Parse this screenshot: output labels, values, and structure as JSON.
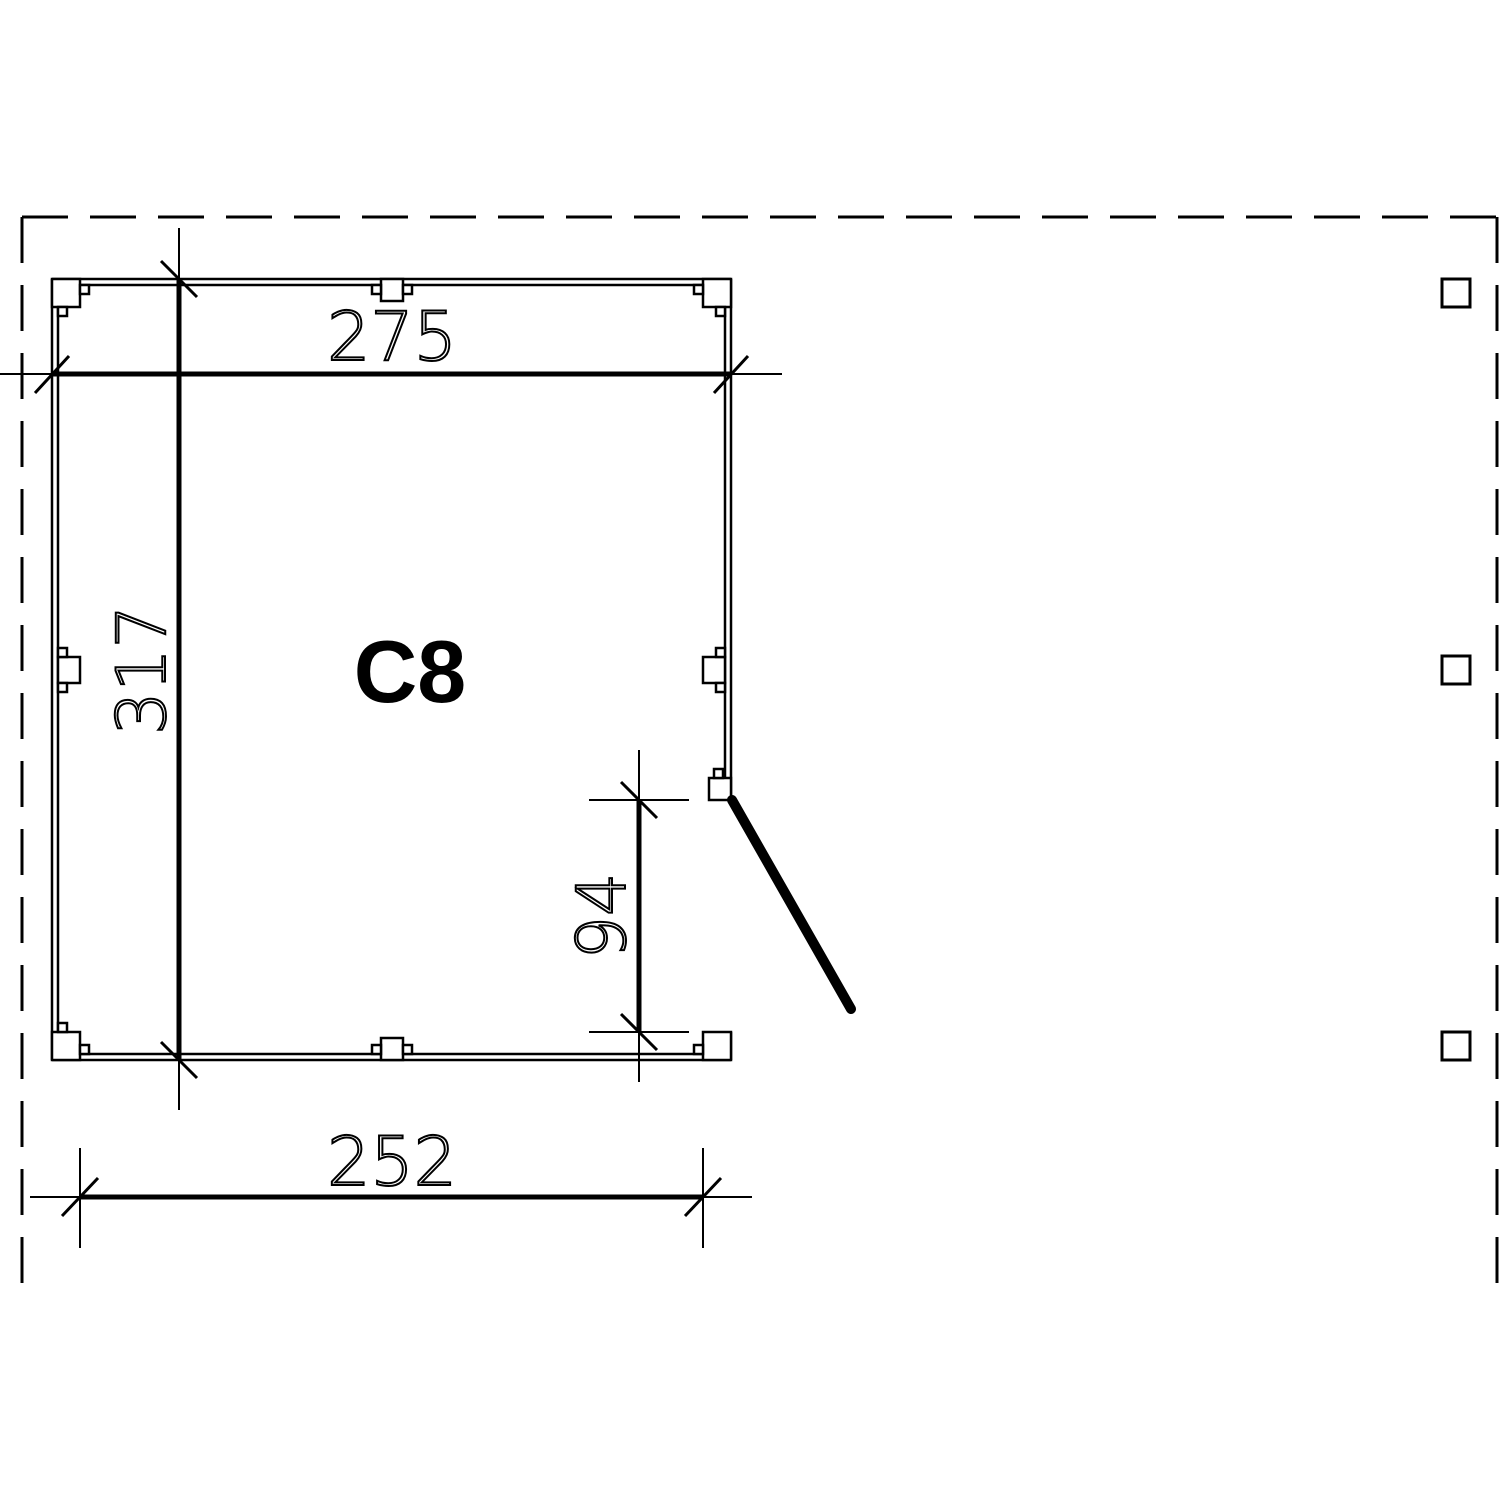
{
  "diagram": {
    "type": "floor-plan",
    "room_label": "C8",
    "colors": {
      "line": "#000000",
      "background": "#ffffff"
    },
    "dimensions": {
      "top_width": "275",
      "left_depth": "317",
      "door_width": "94",
      "bottom_width": "252"
    },
    "roof_outline": {
      "style": "dashed"
    },
    "free_standing_posts": [
      {
        "name": "post-top-right"
      },
      {
        "name": "post-middle-right"
      },
      {
        "name": "post-bottom-right"
      }
    ],
    "door": {
      "state": "open",
      "side": "right"
    }
  }
}
